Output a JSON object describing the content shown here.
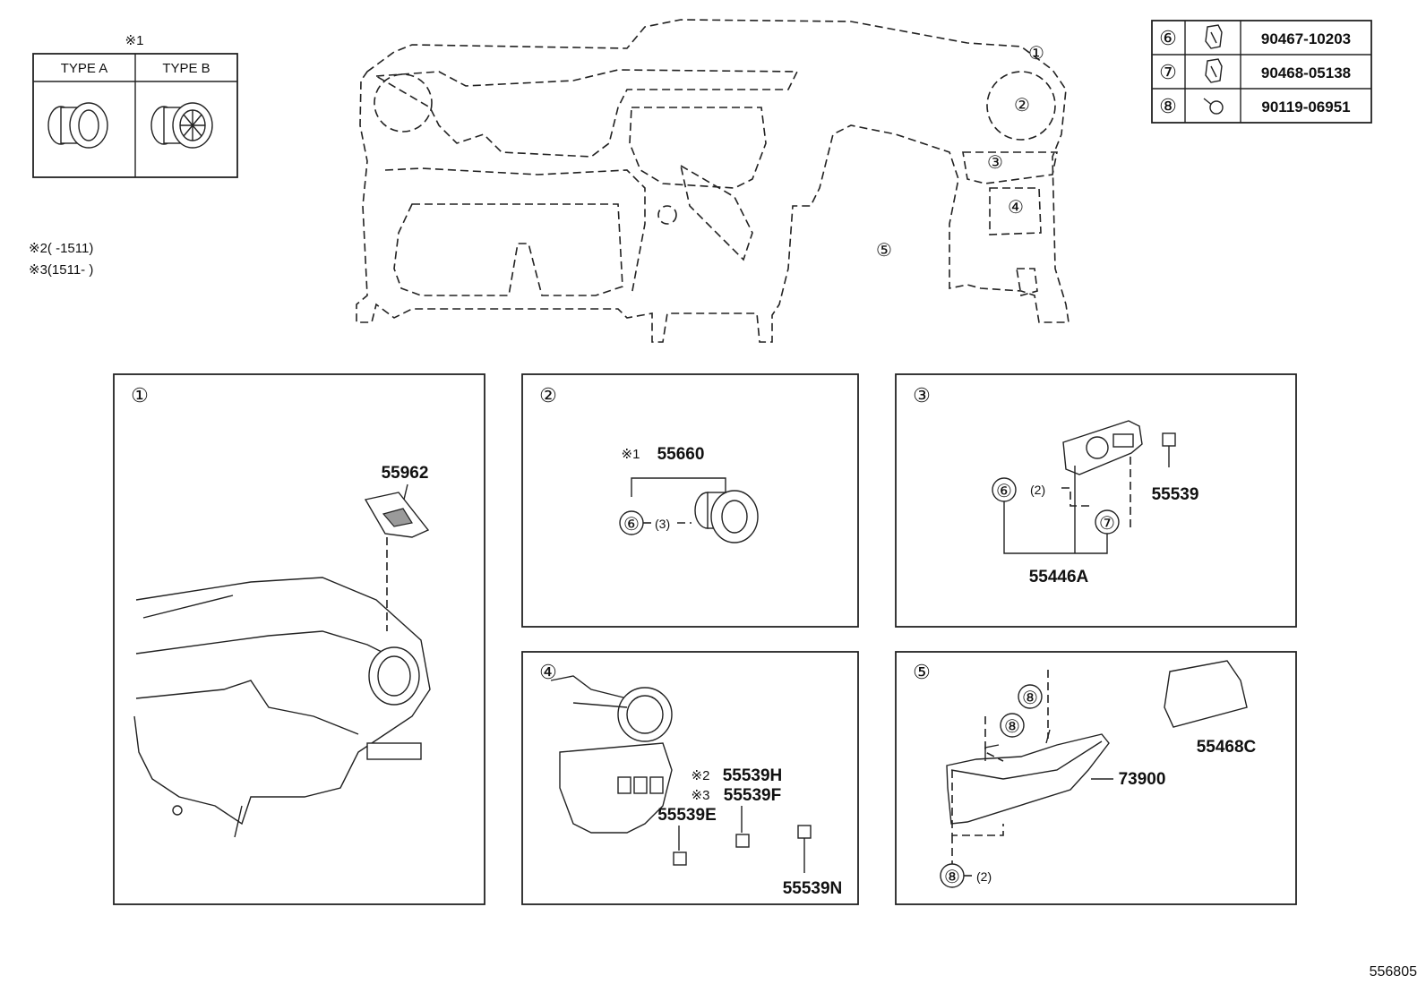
{
  "type_box": {
    "note": "※1",
    "type_a": "TYPE  A",
    "type_b": "TYPE  B"
  },
  "notes": {
    "note2": "※2(      -1511)",
    "note3": "※3(1511-      )"
  },
  "overview_callouts": [
    "①",
    "②",
    "③",
    "④",
    "⑤"
  ],
  "fastener_table": [
    {
      "num": "⑥",
      "icon": "clip-icon",
      "part": "90467-10203"
    },
    {
      "num": "⑦",
      "icon": "clip-icon",
      "part": "90468-05138"
    },
    {
      "num": "⑧",
      "icon": "screw-icon",
      "part": "90119-06951"
    }
  ],
  "panel1": {
    "num": "①",
    "part": "55962"
  },
  "panel2": {
    "num": "②",
    "note": "※1",
    "part": "55660",
    "fastener": "⑥",
    "qty": "(3)"
  },
  "panel3": {
    "num": "③",
    "part_a": "55539",
    "part_b": "55446A",
    "f1": "⑥",
    "q1": "(2)",
    "f2": "⑦"
  },
  "panel4": {
    "num": "④",
    "n2": "※2",
    "n3": "※3",
    "part_h": "55539H",
    "part_f": "55539F",
    "part_e": "55539E",
    "part_n": "55539N"
  },
  "panel5": {
    "num": "⑤",
    "part_a": "55468C",
    "part_b": "73900",
    "f1": "⑧",
    "f2": "⑧",
    "f3": "⑧",
    "q3": "(2)"
  },
  "figure_id": "556805"
}
